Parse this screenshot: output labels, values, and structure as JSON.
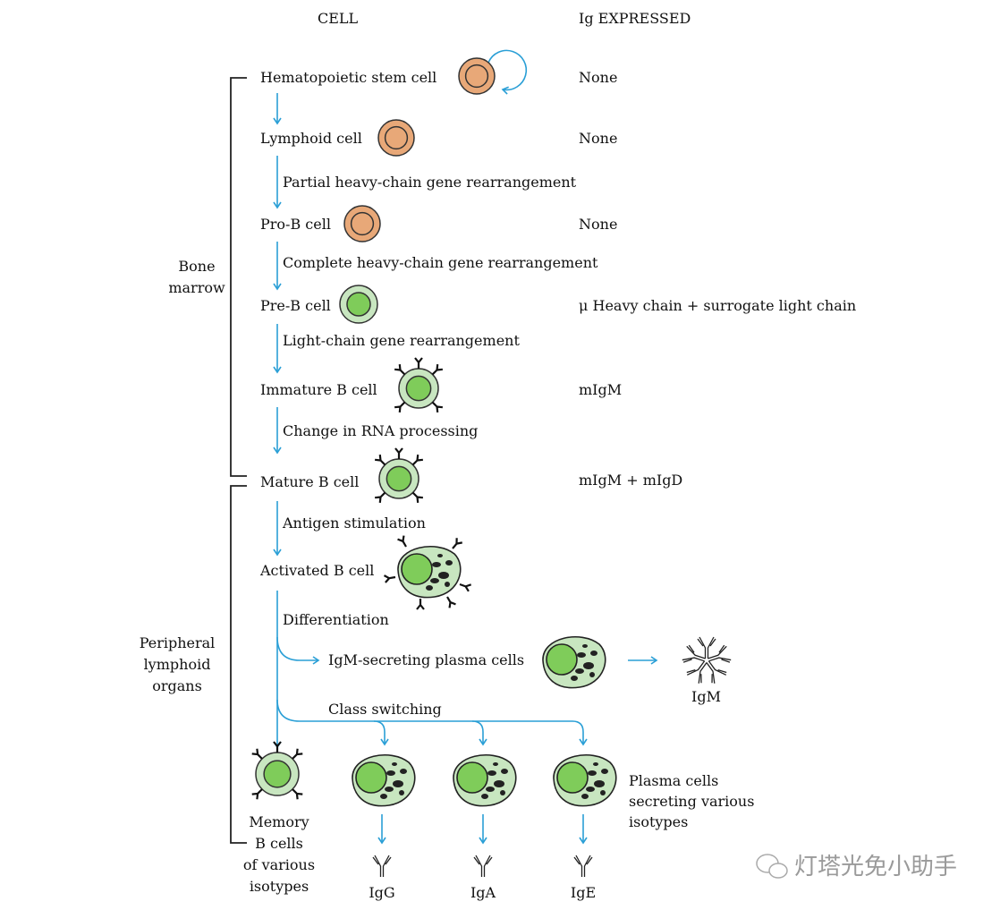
{
  "headers": {
    "cell": "CELL",
    "ig": "Ig EXPRESSED"
  },
  "stages": [
    {
      "cell": "Hematopoietic stem  cell",
      "ig": "None"
    },
    {
      "cell": "Lymphoid cell",
      "ig": "None"
    },
    {
      "cell": "Pro-B cell",
      "ig": "None"
    },
    {
      "cell": "Pre-B cell",
      "ig": "μ Heavy chain + surrogate light chain"
    },
    {
      "cell": "Immature B cell",
      "ig": "mIgM"
    },
    {
      "cell": "Mature B cell",
      "ig": "mIgM + mIgD"
    },
    {
      "cell": "Activated B cell",
      "ig": ""
    }
  ],
  "steps": [
    "Partial heavy-chain gene rearrangement",
    "Complete heavy-chain gene rearrangement",
    "Light-chain gene rearrangement",
    "Change in RNA processing",
    "Antigen stimulation",
    "Differentiation"
  ],
  "regions": {
    "bone_marrow": [
      "Bone",
      "marrow"
    ],
    "peripheral": [
      "Peripheral",
      "lymphoid",
      "organs"
    ]
  },
  "branches": {
    "igm_plasma": "IgM-secreting plasma cells",
    "igm": "IgM",
    "class_switching": "Class switching",
    "plasma_various": [
      "Plasma cells",
      "secreting various",
      "isotypes"
    ],
    "memory": [
      "Memory",
      "B cells",
      "of various",
      "isotypes"
    ],
    "isotypes": [
      "IgG",
      "IgA",
      "IgE"
    ]
  },
  "colors": {
    "arrow": "#2a9fd6",
    "stem": "#e8a878",
    "b_cell": "#c8e6c0",
    "nucleus": "#7fcc5a"
  },
  "watermark": "灯塔光免小助手"
}
